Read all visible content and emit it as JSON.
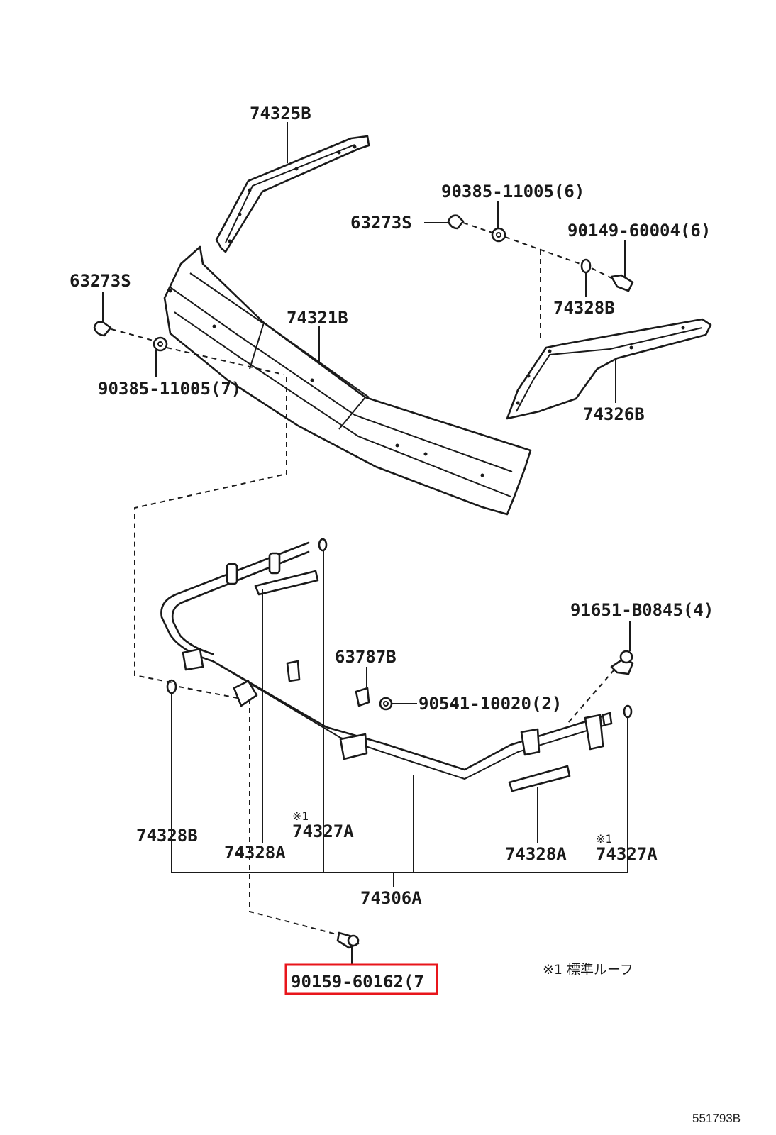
{
  "labels": {
    "p74325B": "74325B",
    "p90385_top": "90385-11005(6)",
    "p63273S_top": "63273S",
    "p90149": "90149-60004(6)",
    "p74328B_top": "74328B",
    "p63273S_left": "63273S",
    "p74321B": "74321B",
    "p90385_left": "90385-11005(7)",
    "p74326B": "74326B",
    "p91651": "91651-B0845(4)",
    "p63787B": "63787B",
    "p90541": "90541-10020(2)",
    "mark_left": "※1",
    "p74327A_left": "74327A",
    "p74328B_bottom": "74328B",
    "p74328A_left": "74328A",
    "mark_right": "※1",
    "p74328A_right": "74328A",
    "p74327A_right": "74327A",
    "p74306A": "74306A",
    "p90159": "90159-60162(7",
    "footnote": "※1 標準ルーフ",
    "drawing_ref": "551793B"
  },
  "highlight_color": "#e8151b"
}
